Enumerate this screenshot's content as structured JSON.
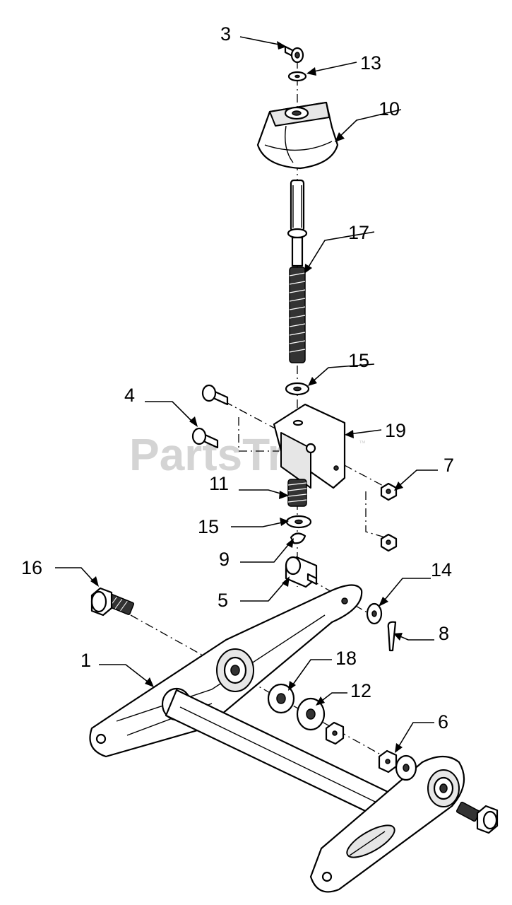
{
  "watermark": {
    "text": "PartsTree",
    "trademark": "™"
  },
  "callouts": [
    "3",
    "13",
    "10",
    "17",
    "15",
    "4",
    "19",
    "7",
    "11",
    "15",
    "9",
    "16",
    "14",
    "5",
    "8",
    "1",
    "18",
    "12",
    "6"
  ]
}
